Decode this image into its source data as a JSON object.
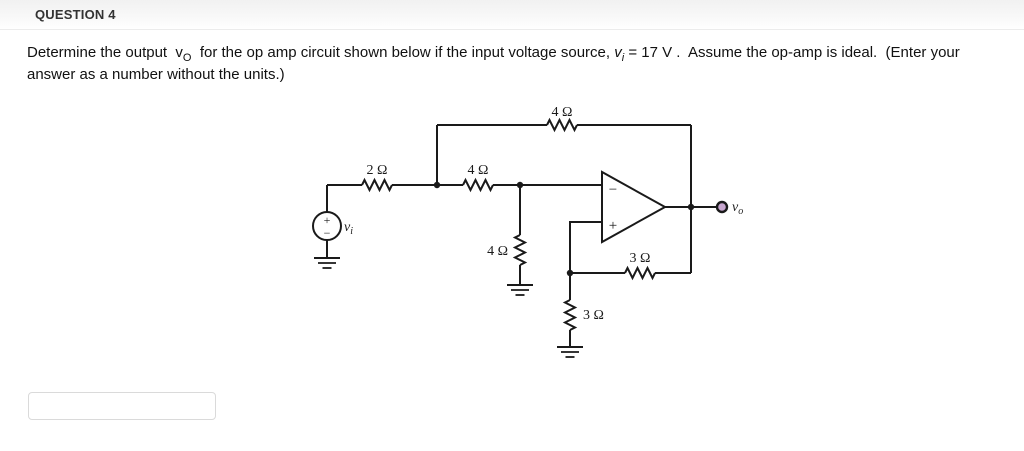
{
  "header": {
    "title": "QUESTION 4"
  },
  "question": {
    "part1": "Determine the output  ",
    "vo_base": "v",
    "vo_sub": "O",
    "part2": "  for the op amp circuit shown below if the input voltage source, ",
    "vi_base": "v",
    "vi_sub": "i",
    "part3": " = 17 V .  Assume the op-amp is ideal.  (Enter your answer as a number without the units.)"
  },
  "circuit": {
    "labels": {
      "r_series_input": "2 Ω",
      "r_feedback_top": "4 Ω",
      "r_series_mid": "4 Ω",
      "r_shunt_mid": "4 Ω",
      "r_feedback_plus": "3 Ω",
      "r_shunt_plus": "3 Ω",
      "source_base": "v",
      "source_sub": "i",
      "output_base": "v",
      "output_sub": "o",
      "opamp_minus": "−",
      "opamp_plus": "+",
      "source_plus": "+",
      "source_minus": "−"
    },
    "colors": {
      "wire": "#1a1a1a",
      "opamp_fill": "#d6d6d6",
      "source_fill": "#d9d9d9",
      "terminal_fill": "#c7a6cf"
    }
  },
  "answer": {
    "value": "",
    "placeholder": ""
  }
}
